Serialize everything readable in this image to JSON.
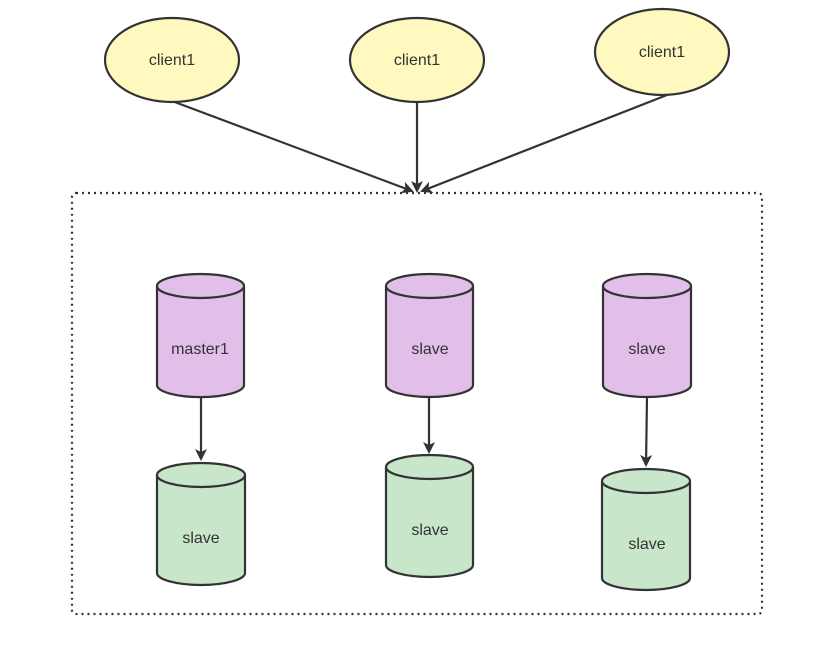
{
  "colors": {
    "client_fill": "#fff9bf",
    "master_fill": "#e1bfe8",
    "slave_fill": "#c8e6c9",
    "stroke": "#333333",
    "text": "#333333"
  },
  "clients": [
    {
      "label": "client1"
    },
    {
      "label": "client1"
    },
    {
      "label": "client1"
    }
  ],
  "groups": [
    {
      "top": {
        "label": "master1"
      },
      "bottom": {
        "label": "slave"
      }
    },
    {
      "top": {
        "label": "slave"
      },
      "bottom": {
        "label": "slave"
      }
    },
    {
      "top": {
        "label": "slave"
      },
      "bottom": {
        "label": "slave"
      }
    }
  ]
}
